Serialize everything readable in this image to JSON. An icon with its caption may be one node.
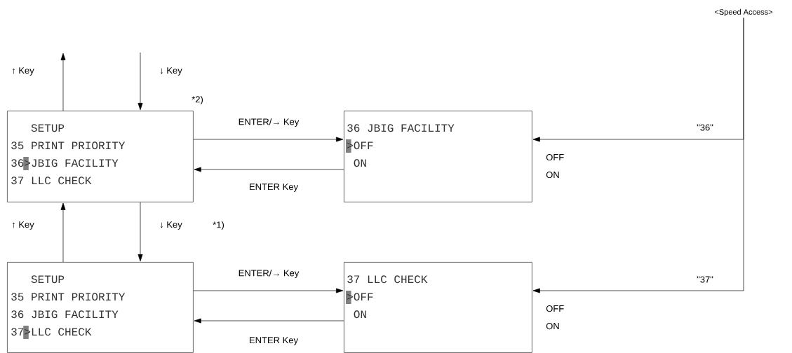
{
  "diagram": {
    "nodes": [
      {
        "text": [
          "SETUP",
          "35 PRINT PRIORITY",
          "36>JBIG FACILITY",
          "37 LLC CHECK"
        ]
      },
      {
        "text": [
          "36 JBIG FACILITY",
          ">OFF",
          "ON"
        ],
        "beside": [
          "OFF",
          "ON"
        ]
      },
      {
        "text": [
          "SETUP",
          "35 PRINT PRIORITY",
          "36 JBIG FACILITY",
          "37>LLC CHECK"
        ]
      },
      {
        "text": [
          "37 LLC CHECK",
          ">OFF",
          "ON"
        ],
        "beside": [
          "OFF",
          "ON"
        ]
      },
      {
        "text": [
          "<Speed Access>"
        ]
      }
    ],
    "edges": [
      {
        "from": 0,
        "to": null,
        "arrow": "to",
        "label": "↑ Key"
      },
      {
        "from": null,
        "to": 0,
        "arrow": "to",
        "label": "↓ Key"
      },
      {
        "from": 0,
        "to": 1,
        "arrow": "to",
        "label": "ENTER/→ Key"
      },
      {
        "from": 1,
        "to": 0,
        "arrow": "to",
        "label": "ENTER Key"
      },
      {
        "from": 2,
        "to": 0,
        "arrow": "to",
        "label": "↑ Key"
      },
      {
        "from": 0,
        "to": 2,
        "arrow": "to",
        "label": "↓ Key"
      },
      {
        "from": 2,
        "to": 3,
        "arrow": "to",
        "label": "ENTER/→ Key"
      },
      {
        "from": 3,
        "to": 2,
        "arrow": "to",
        "label": "ENTER Key"
      },
      {
        "from": 4,
        "to": 1,
        "arrow": "to",
        "label": "\"36\""
      },
      {
        "from": 4,
        "to": 3,
        "arrow": "to",
        "label": "\"37\""
      }
    ],
    "labels": [
      "*2)",
      "*1)"
    ]
  }
}
